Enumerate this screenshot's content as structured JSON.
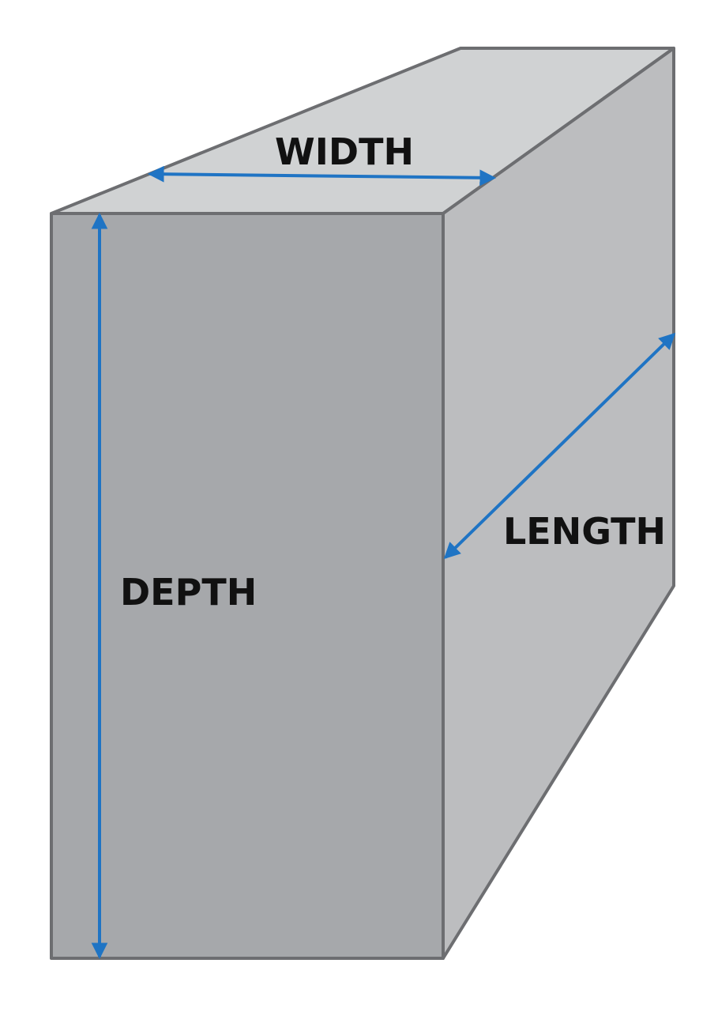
{
  "labels": {
    "width": "WIDTH",
    "depth": "DEPTH",
    "length": "LENGTH"
  },
  "colors": {
    "background": "#ffffff",
    "front_face": "#a6a8ab",
    "side_face": "#bcbdbf",
    "top_face": "#d0d2d3",
    "edge": "#6d6e71",
    "arrow": "#1f74c4",
    "label": "#111111"
  }
}
